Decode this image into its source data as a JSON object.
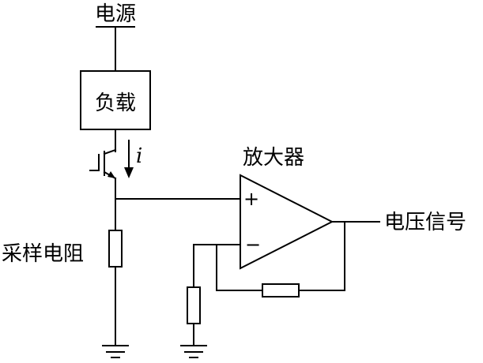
{
  "labels": {
    "power_supply": "电源",
    "load": "负载",
    "current": "i",
    "amplifier": "放大器",
    "plus": "+",
    "minus": "−",
    "output": "电压信号",
    "sense_resistor": "采样电阻"
  }
}
